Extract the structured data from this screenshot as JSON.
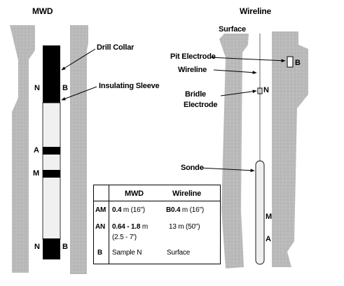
{
  "titles": {
    "mwd": "MWD",
    "wireline": "Wireline"
  },
  "mwd_labels": {
    "drill_collar": "Drill Collar",
    "insulating_sleeve": "Insulating Sleeve",
    "n_top": "N",
    "b_top": "B",
    "a": "A",
    "m": "M",
    "n_bottom": "N",
    "b_bottom": "B"
  },
  "wireline_labels": {
    "surface": "Surface",
    "pit_electrode": "Pit Electrode",
    "b": "B",
    "wireline": "Wireline",
    "bridle_electrode_line1": "Bridle",
    "bridle_electrode_line2": "Electrode",
    "n": "N",
    "sonde": "Sonde",
    "m": "M",
    "a": "A"
  },
  "table": {
    "headers": [
      "MWD",
      "Wireline"
    ],
    "rows": [
      {
        "key": "AM",
        "mwd_bold": "0.4",
        "mwd_rest": " m (16\")",
        "wireline_bold": "B0.4",
        "wireline_rest": " m (16\")"
      },
      {
        "key": "AN",
        "mwd_bold": "0.64 - 1.8",
        "mwd_rest": " m",
        "mwd_line2": "(2.5 - 7')",
        "wireline_bold": "",
        "wireline_rest": "13 m (50\")"
      },
      {
        "key": "B",
        "mwd_bold": "",
        "mwd_rest": "Sample N",
        "wireline_bold": "",
        "wireline_rest": "Surface"
      }
    ]
  },
  "colors": {
    "formation": "#b8b8b8",
    "collar": "#000000",
    "sleeve": "#f0f0f0",
    "sonde": "#efefef"
  }
}
